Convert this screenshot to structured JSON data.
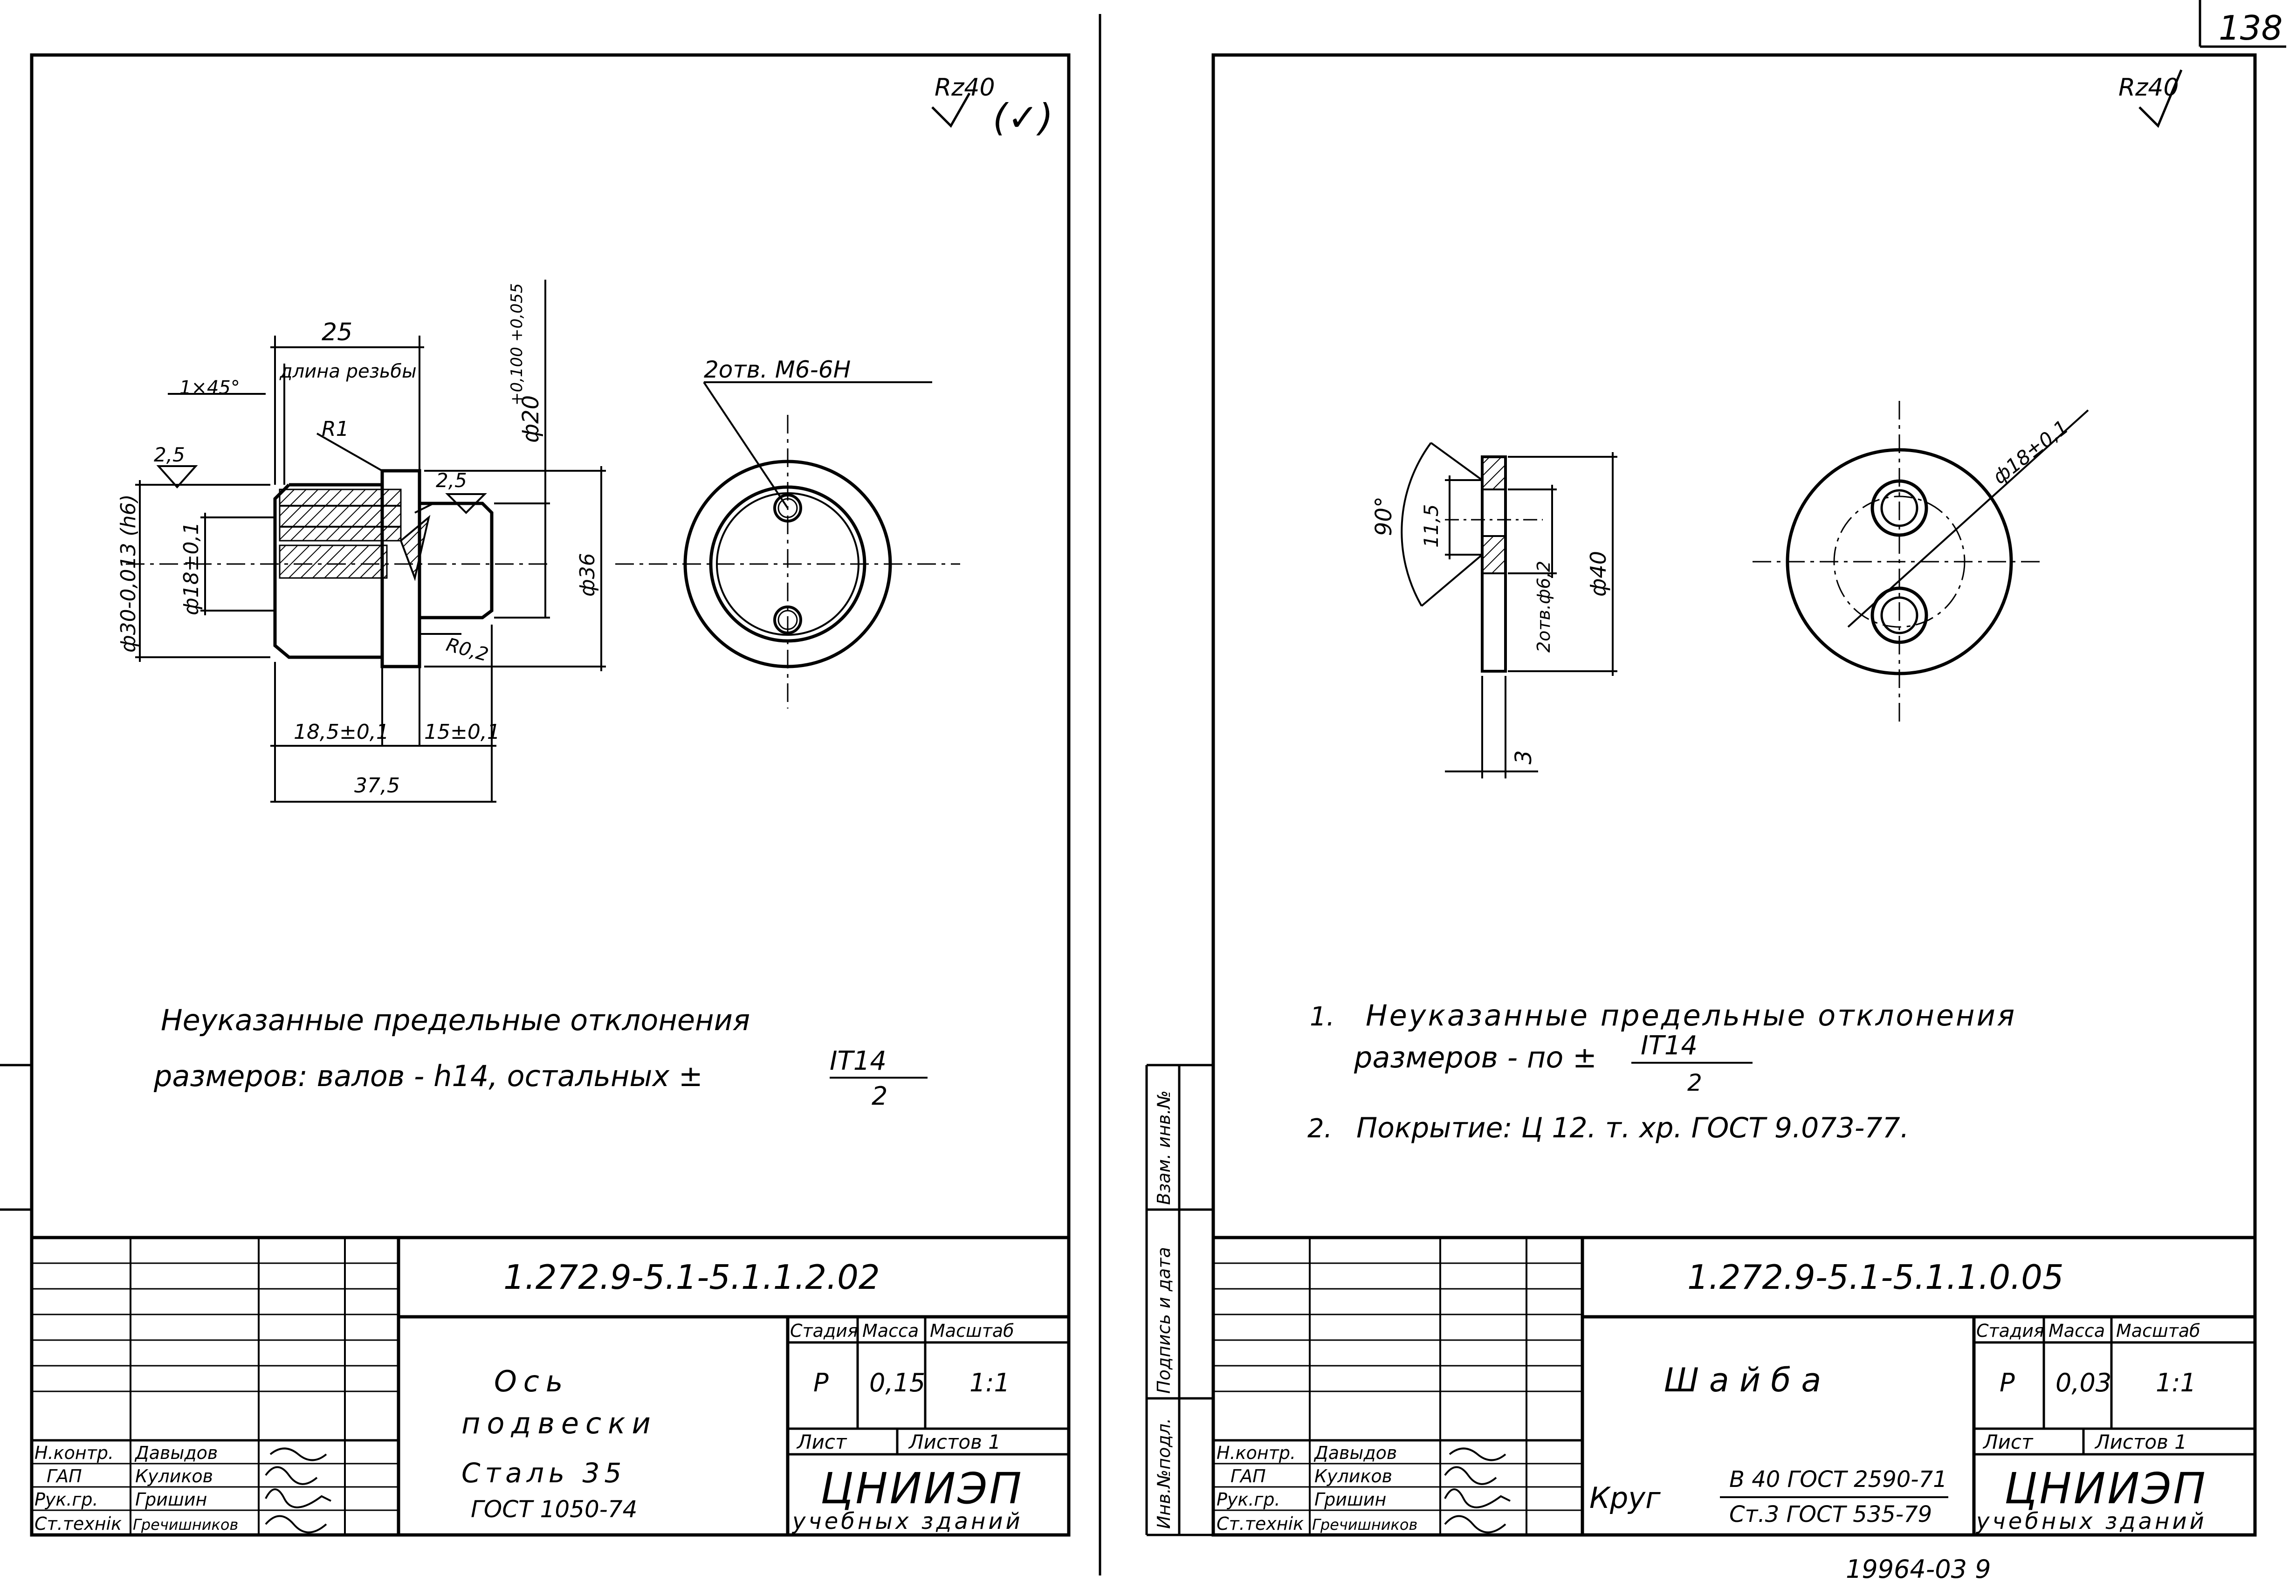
{
  "page_number": "138",
  "footer_code": "19964-03  9",
  "left": {
    "roughness": "Rz40",
    "roughness_paren": "(✓)",
    "dims": {
      "d25": "25",
      "thread_len": "длина резьбы",
      "chamfer": "1×45°",
      "r1": "R1",
      "d20": "ф20",
      "d20_tol": "+0,100 +0,055",
      "r25a": "2,5",
      "r25b": "2,5",
      "d30": "ф30-0,013 (h6)",
      "d18": "ф18±0,1",
      "d36": "ф36",
      "r02": "R0,2",
      "d185": "18,5±0,1",
      "d15": "15±0,1",
      "d375": "37,5"
    },
    "holes_label": "2отв. М6-6Н",
    "note_line1": "Неуказанные   предельные  отклонения",
    "note_line2_a": "размеров:  валов - h14, остальных ±",
    "note_it": "IT14",
    "note_two": "2",
    "title_block": {
      "doc_code": "1.272.9-5.1-5.1.1.2.02",
      "name_1": "Ось",
      "name_2": "подвески",
      "material_1": "Сталь 35",
      "material_2": "ГОСТ  1050-74",
      "stage_h": "Стадия",
      "mass_h": "Масса",
      "scale_h": "Масштаб",
      "stage": "Р",
      "mass": "0,15",
      "scale": "1:1",
      "sheet_h": "Лист",
      "sheets_h": "Листов 1",
      "org_1": "ЦНИИЭП",
      "org_2": "учебных зданий",
      "roles": [
        "Н.контр.",
        "ГАП",
        "Рук.гр.",
        "Ст.технік"
      ],
      "names": [
        "Давыдов",
        "Куликов",
        "Гришин",
        "Гречишников"
      ]
    }
  },
  "right": {
    "roughness": "Rz40",
    "dims": {
      "angle": "90°",
      "d115": "11,5",
      "holes": "2отв.ф6,2",
      "d40": "ф40",
      "thick": "3",
      "d18": "ф18±0,1"
    },
    "note1_num": "1.",
    "note1_line1": "Неуказанные   предельные  отклонения",
    "note1_line2": "размеров - по ±",
    "note_it": "IT14",
    "note_two": "2",
    "note2_num": "2.",
    "note2_text": "Покрытие:  Ц 12. т. хр.  ГОСТ 9.073-77.",
    "side_labels": [
      "Инв.№подл.",
      "Подпись и дата",
      "Взам. инв.№"
    ],
    "title_block": {
      "doc_code": "1.272.9-5.1-5.1.1.0.05",
      "name": "Шайба",
      "material_prefix": "Круг",
      "material_1": "В 40 ГОСТ 2590-71",
      "material_2": "Ст.3  ГОСТ 535-79",
      "stage_h": "Стадия",
      "mass_h": "Масса",
      "scale_h": "Масштаб",
      "stage": "Р",
      "mass": "0,03",
      "scale": "1:1",
      "sheet_h": "Лист",
      "sheets_h": "Листов 1",
      "org_1": "ЦНИИЭП",
      "org_2": "учебных зданий",
      "roles": [
        "Н.контр.",
        "ГАП",
        "Рук.гр.",
        "Ст.технік"
      ],
      "names": [
        "Давыдов",
        "Куликов",
        "Гришин",
        "Гречишников"
      ]
    }
  }
}
